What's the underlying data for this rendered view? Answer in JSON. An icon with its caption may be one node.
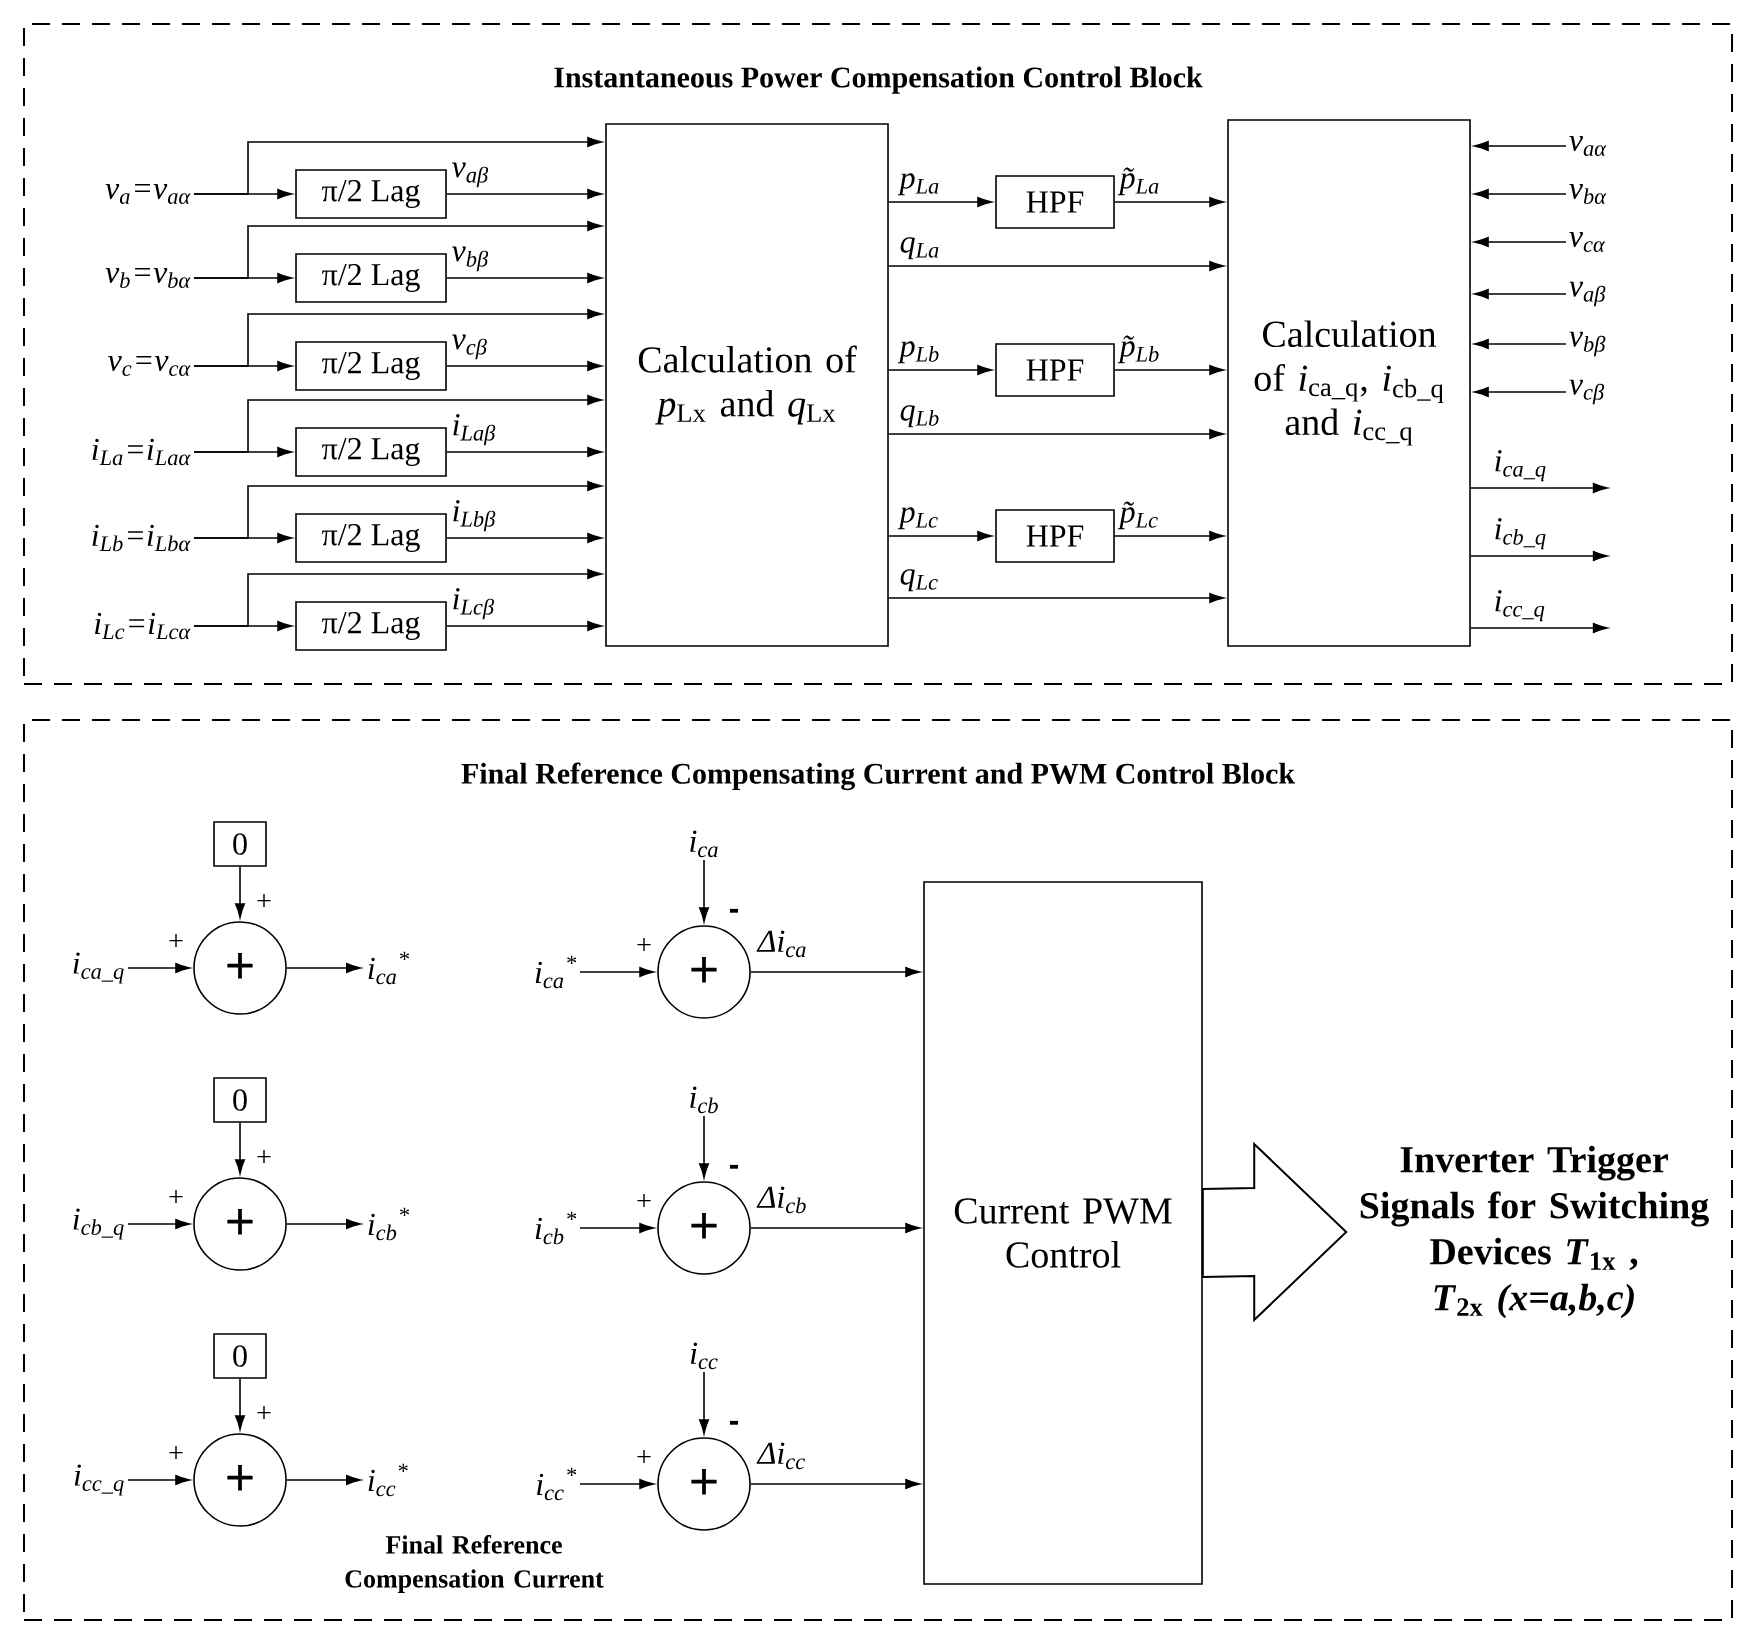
{
  "diagram": {
    "nodes": [
      {
        "text": [
          "Instantaneous Power Compensation Control Block"
        ]
      },
      {
        "text": [
          "v$_{a}$=v$_{aα}$"
        ],
        "in": 0
      },
      {
        "text": [
          "v$_{b}$=v$_{bα}$"
        ],
        "in": 0
      },
      {
        "text": [
          "v$_{c}$=v$_{cα}$"
        ],
        "in": 0
      },
      {
        "text": [
          "i$_{La}$=i$_{Laα}$"
        ],
        "in": 0
      },
      {
        "text": [
          "i$_{Lb}$=i$_{Lbα}$"
        ],
        "in": 0
      },
      {
        "text": [
          "i$_{Lc}$=i$_{Lcα}$"
        ],
        "in": 0
      },
      {
        "text": [
          "π/2 Lag"
        ],
        "in": 0
      },
      {
        "text": [
          "π/2 Lag"
        ],
        "in": 0
      },
      {
        "text": [
          "π/2 Lag"
        ],
        "in": 0
      },
      {
        "text": [
          "π/2 Lag"
        ],
        "in": 0
      },
      {
        "text": [
          "π/2 Lag"
        ],
        "in": 0
      },
      {
        "text": [
          "π/2 Lag"
        ],
        "in": 0
      },
      {
        "text": [
          "Calculation of *p*$_{Lx}$ and *q*$_{Lx}$"
        ],
        "in": 0
      },
      {
        "text": [
          "HPF"
        ],
        "in": 0
      },
      {
        "text": [
          "HPF"
        ],
        "in": 0
      },
      {
        "text": [
          "HPF"
        ],
        "in": 0
      },
      {
        "text": [
          "Calculation of *i*$_{ca_q}$, *i*$_{cb_q}$ and *i*$_{cc_q}$"
        ],
        "in": 0
      },
      {
        "text": [
          "v$_{aα}$"
        ],
        "in": 0
      },
      {
        "text": [
          "v$_{bα}$"
        ],
        "in": 0
      },
      {
        "text": [
          "v$_{cα}$"
        ],
        "in": 0
      },
      {
        "text": [
          "v$_{aβ}$"
        ],
        "in": 0
      },
      {
        "text": [
          "v$_{bβ}$"
        ],
        "in": 0
      },
      {
        "text": [
          "v$_{cβ}$"
        ],
        "in": 0
      },
      {
        "text": [
          "Final Reference Compensating Current and PWM Control Block"
        ]
      },
      {
        "text": [
          "0"
        ],
        "in": 24
      },
      {
        "text": [
          "0"
        ],
        "in": 24
      },
      {
        "text": [
          "0"
        ],
        "in": 24
      },
      {
        "text": [
          "i$_{ca_q}$"
        ],
        "in": 24
      },
      {
        "text": [
          "i$_{cb_q}$"
        ],
        "in": 24
      },
      {
        "text": [
          "i$_{cc_q}$"
        ],
        "in": 24
      },
      {
        "text": [
          "+"
        ],
        "in": 24
      },
      {
        "text": [
          "+"
        ],
        "in": 24
      },
      {
        "text": [
          "+"
        ],
        "in": 24
      },
      {
        "text": [
          "i$_{ca}$$^{*}$"
        ],
        "in": 24
      },
      {
        "text": [
          "i$_{cb}$$^{*}$"
        ],
        "in": 24
      },
      {
        "text": [
          "i$_{cc}$$^{*}$"
        ],
        "in": 24
      },
      {
        "text": [
          "i$_{ca}$"
        ],
        "in": 24
      },
      {
        "text": [
          "i$_{cb}$"
        ],
        "in": 24
      },
      {
        "text": [
          "i$_{cc}$"
        ],
        "in": 24
      },
      {
        "text": [
          "i$_{ca}$$^{*}$"
        ],
        "in": 24
      },
      {
        "text": [
          "i$_{cb}$$^{*}$"
        ],
        "in": 24
      },
      {
        "text": [
          "i$_{cc}$$^{*}$"
        ],
        "in": 24
      },
      {
        "text": [
          "+"
        ],
        "in": 24
      },
      {
        "text": [
          "+"
        ],
        "in": 24
      },
      {
        "text": [
          "+"
        ],
        "in": 24
      },
      {
        "text": [
          "Current PWM Control"
        ],
        "in": 24
      },
      {
        "text": [
          "Inverter Trigger Signals for Switching Devices *T*$_{1x}$ , *T*$_{2x}$ *(x=a,b,c)*"
        ],
        "in": 24
      }
    ],
    "edges": [
      {
        "from": 1,
        "to": 13,
        "arrow": "to"
      },
      {
        "from": 1,
        "to": 7,
        "arrow": "to"
      },
      {
        "from": 7,
        "to": 13,
        "arrow": "to",
        "label": "v$_{aβ}$"
      },
      {
        "from": 2,
        "to": 13,
        "arrow": "to"
      },
      {
        "from": 2,
        "to": 8,
        "arrow": "to"
      },
      {
        "from": 8,
        "to": 13,
        "arrow": "to",
        "label": "v$_{bβ}$"
      },
      {
        "from": 3,
        "to": 13,
        "arrow": "to"
      },
      {
        "from": 3,
        "to": 9,
        "arrow": "to"
      },
      {
        "from": 9,
        "to": 13,
        "arrow": "to",
        "label": "v$_{cβ}$"
      },
      {
        "from": 4,
        "to": 13,
        "arrow": "to"
      },
      {
        "from": 4,
        "to": 10,
        "arrow": "to"
      },
      {
        "from": 10,
        "to": 13,
        "arrow": "to",
        "label": "i$_{Laβ}$"
      },
      {
        "from": 5,
        "to": 13,
        "arrow": "to"
      },
      {
        "from": 5,
        "to": 11,
        "arrow": "to"
      },
      {
        "from": 11,
        "to": 13,
        "arrow": "to",
        "label": "i$_{Lbβ}$"
      },
      {
        "from": 6,
        "to": 13,
        "arrow": "to"
      },
      {
        "from": 6,
        "to": 12,
        "arrow": "to"
      },
      {
        "from": 12,
        "to": 13,
        "arrow": "to",
        "label": "i$_{Lcβ}$"
      },
      {
        "from": 13,
        "to": 14,
        "arrow": "to",
        "label": "p$_{La}$"
      },
      {
        "from": 14,
        "to": 17,
        "arrow": "to",
        "label": "p̃$_{La}$"
      },
      {
        "from": 13,
        "to": 17,
        "arrow": "to",
        "label": "q$_{La}$"
      },
      {
        "from": 13,
        "to": 15,
        "arrow": "to",
        "label": "p$_{Lb}$"
      },
      {
        "from": 15,
        "to": 17,
        "arrow": "to",
        "label": "p̃$_{Lb}$"
      },
      {
        "from": 13,
        "to": 17,
        "arrow": "to",
        "label": "q$_{Lb}$"
      },
      {
        "from": 13,
        "to": 16,
        "arrow": "to",
        "label": "p$_{Lc}$"
      },
      {
        "from": 16,
        "to": 17,
        "arrow": "to",
        "label": "p̃$_{Lc}$"
      },
      {
        "from": 13,
        "to": 17,
        "arrow": "to",
        "label": "q$_{Lc}$"
      },
      {
        "from": 18,
        "to": 17,
        "arrow": "to"
      },
      {
        "from": 19,
        "to": 17,
        "arrow": "to"
      },
      {
        "from": 20,
        "to": 17,
        "arrow": "to"
      },
      {
        "from": 21,
        "to": 17,
        "arrow": "to"
      },
      {
        "from": 22,
        "to": 17,
        "arrow": "to"
      },
      {
        "from": 23,
        "to": 17,
        "arrow": "to"
      },
      {
        "from": 17,
        "to": null,
        "arrow": "to",
        "label": "i$_{ca_q}$"
      },
      {
        "from": 17,
        "to": null,
        "arrow": "to",
        "label": "i$_{cb_q}$"
      },
      {
        "from": 17,
        "to": null,
        "arrow": "to",
        "label": "i$_{cc_q}$"
      },
      {
        "from": 25,
        "to": 31,
        "arrow": "to"
      },
      {
        "from": 28,
        "to": 31,
        "arrow": "to"
      },
      {
        "from": 31,
        "to": 34,
        "arrow": "to"
      },
      {
        "from": 26,
        "to": 32,
        "arrow": "to"
      },
      {
        "from": 29,
        "to": 32,
        "arrow": "to"
      },
      {
        "from": 32,
        "to": 35,
        "arrow": "to"
      },
      {
        "from": 27,
        "to": 33,
        "arrow": "to"
      },
      {
        "from": 30,
        "to": 33,
        "arrow": "to"
      },
      {
        "from": 33,
        "to": 36,
        "arrow": "to"
      },
      {
        "from": 37,
        "to": 43,
        "arrow": "to"
      },
      {
        "from": 40,
        "to": 43,
        "arrow": "to"
      },
      {
        "from": 43,
        "to": 46,
        "arrow": "to",
        "label": "Δi$_{ca}$"
      },
      {
        "from": 38,
        "to": 44,
        "arrow": "to"
      },
      {
        "from": 41,
        "to": 44,
        "arrow": "to"
      },
      {
        "from": 44,
        "to": 46,
        "arrow": "to",
        "label": "Δi$_{cb}$"
      },
      {
        "from": 39,
        "to": 45,
        "arrow": "to"
      },
      {
        "from": 42,
        "to": 45,
        "arrow": "to"
      },
      {
        "from": 45,
        "to": 46,
        "arrow": "to",
        "label": "Δi$_{cc}$"
      },
      {
        "from": 46,
        "to": 47,
        "arrow": "to",
        "style": "thick"
      }
    ],
    "labels": [
      "+",
      "+",
      "-",
      "+",
      "+",
      "+",
      "-",
      "+",
      "+",
      "+",
      "-",
      "+",
      "Final Reference Compensation Current"
    ]
  }
}
